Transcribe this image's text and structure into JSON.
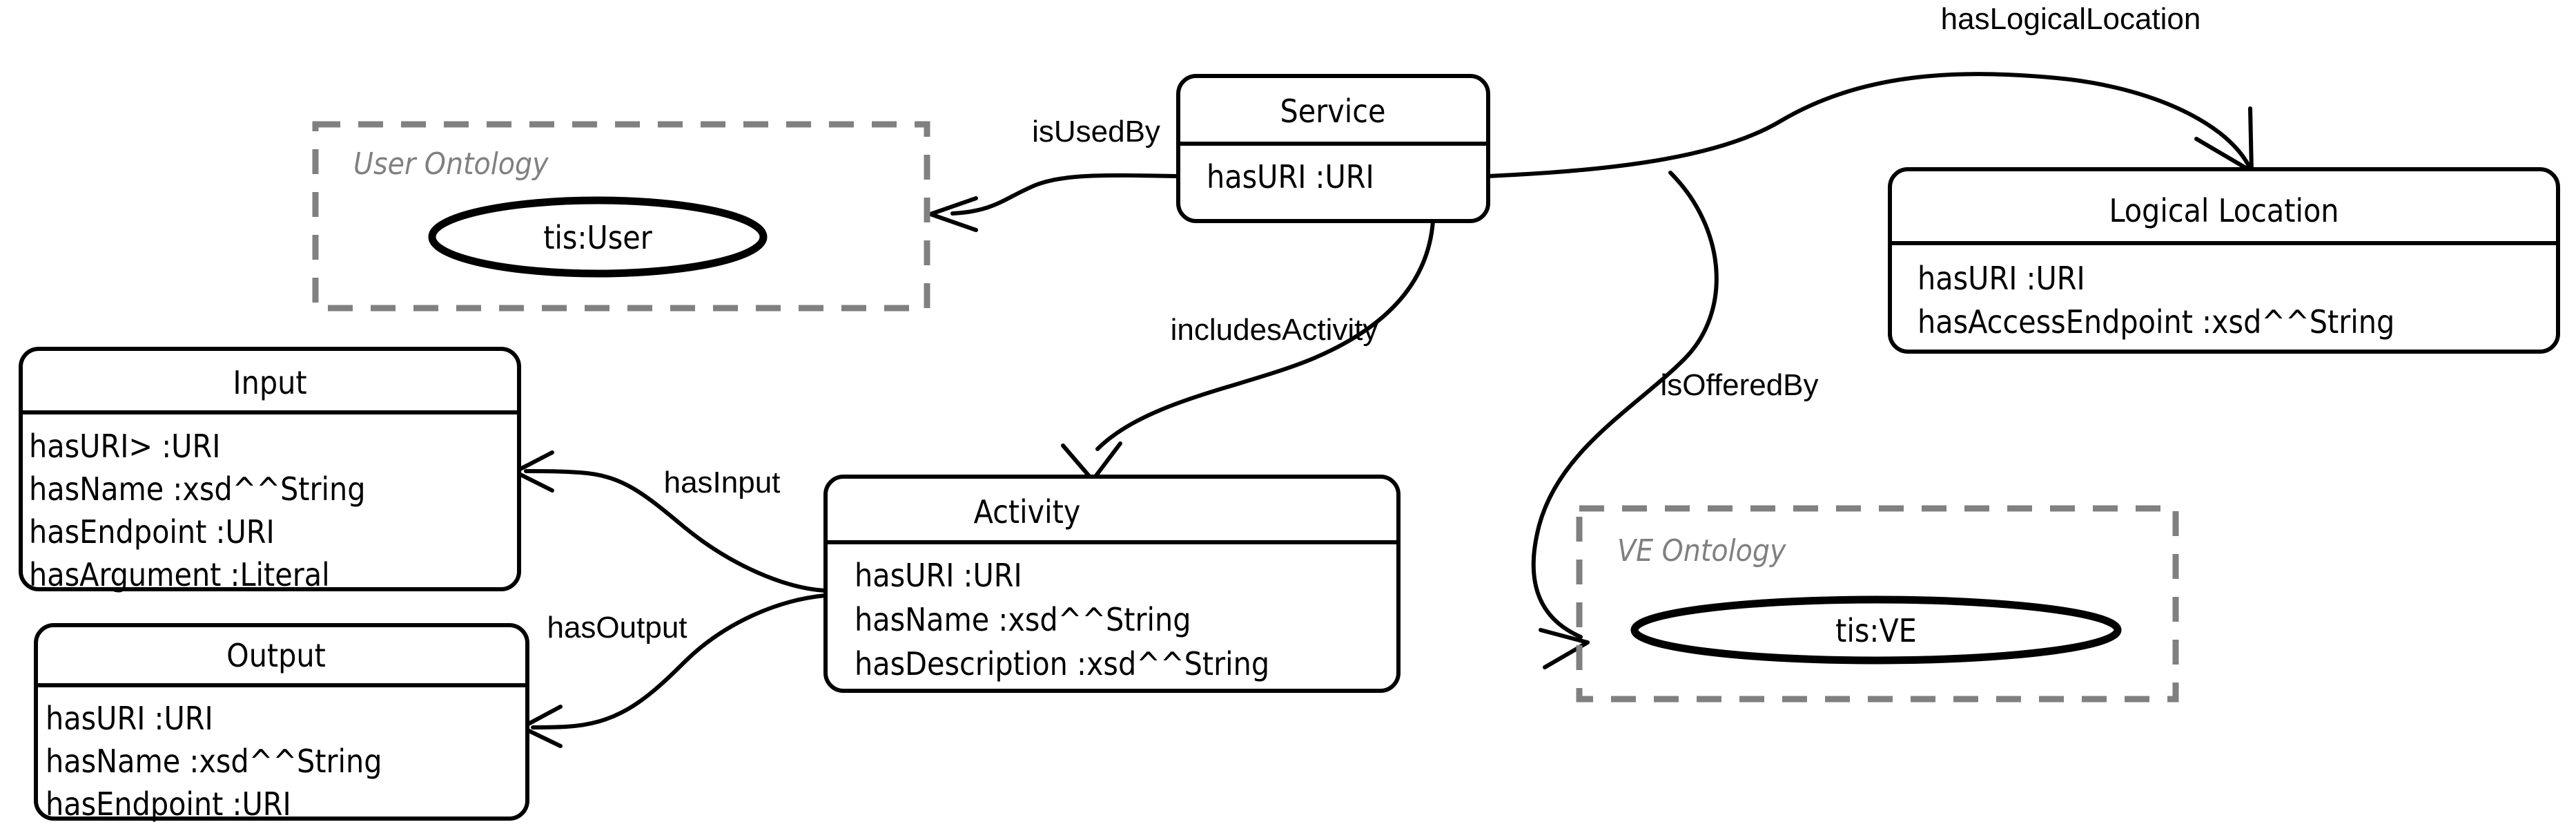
{
  "diagram": {
    "title": "Service Ontology Class Diagram",
    "type": "uml-class-diagram",
    "background_color": "#ffffff",
    "line_color": "#000000",
    "package_color": "#808080"
  },
  "classes": [
    {
      "id": "service",
      "name": "Service",
      "attributes": [
        "hasURI :URI"
      ]
    },
    {
      "id": "logical_location",
      "name": "Logical Location",
      "attributes": [
        "hasURI :URI",
        "hasAccessEndpoint :xsd^^String"
      ]
    },
    {
      "id": "activity",
      "name": "Activity",
      "attributes": [
        "hasURI :URI",
        "hasName :xsd^^String",
        "hasDescription :xsd^^String"
      ]
    },
    {
      "id": "input",
      "name": "Input",
      "attributes": [
        "hasURI> :URI",
        "hasName :xsd^^String",
        "hasEndpoint :URI",
        "hasArgument :Literal"
      ]
    },
    {
      "id": "output",
      "name": "Output",
      "attributes": [
        "hasURI :URI",
        "hasName :xsd^^String",
        "hasEndpoint :URI"
      ]
    }
  ],
  "packages": [
    {
      "id": "user_ontology",
      "label": "User Ontology",
      "node": "tis:User"
    },
    {
      "id": "ve_ontology",
      "label": "VE Ontology",
      "node": "tis:VE"
    }
  ],
  "relations": [
    {
      "id": "is_used_by",
      "label": "isUsedBy",
      "from": "service",
      "to": "user_ontology"
    },
    {
      "id": "has_logical_location",
      "label": "hasLogicalLocation",
      "from": "service",
      "to": "logical_location"
    },
    {
      "id": "includes_activity",
      "label": "includesActivity",
      "from": "service",
      "to": "activity"
    },
    {
      "id": "is_offered_by",
      "label": "isOfferedBy",
      "from": "service",
      "to": "ve_ontology"
    },
    {
      "id": "has_input",
      "label": "hasInput",
      "from": "activity",
      "to": "input"
    },
    {
      "id": "has_output",
      "label": "hasOutput",
      "from": "activity",
      "to": "output"
    }
  ]
}
